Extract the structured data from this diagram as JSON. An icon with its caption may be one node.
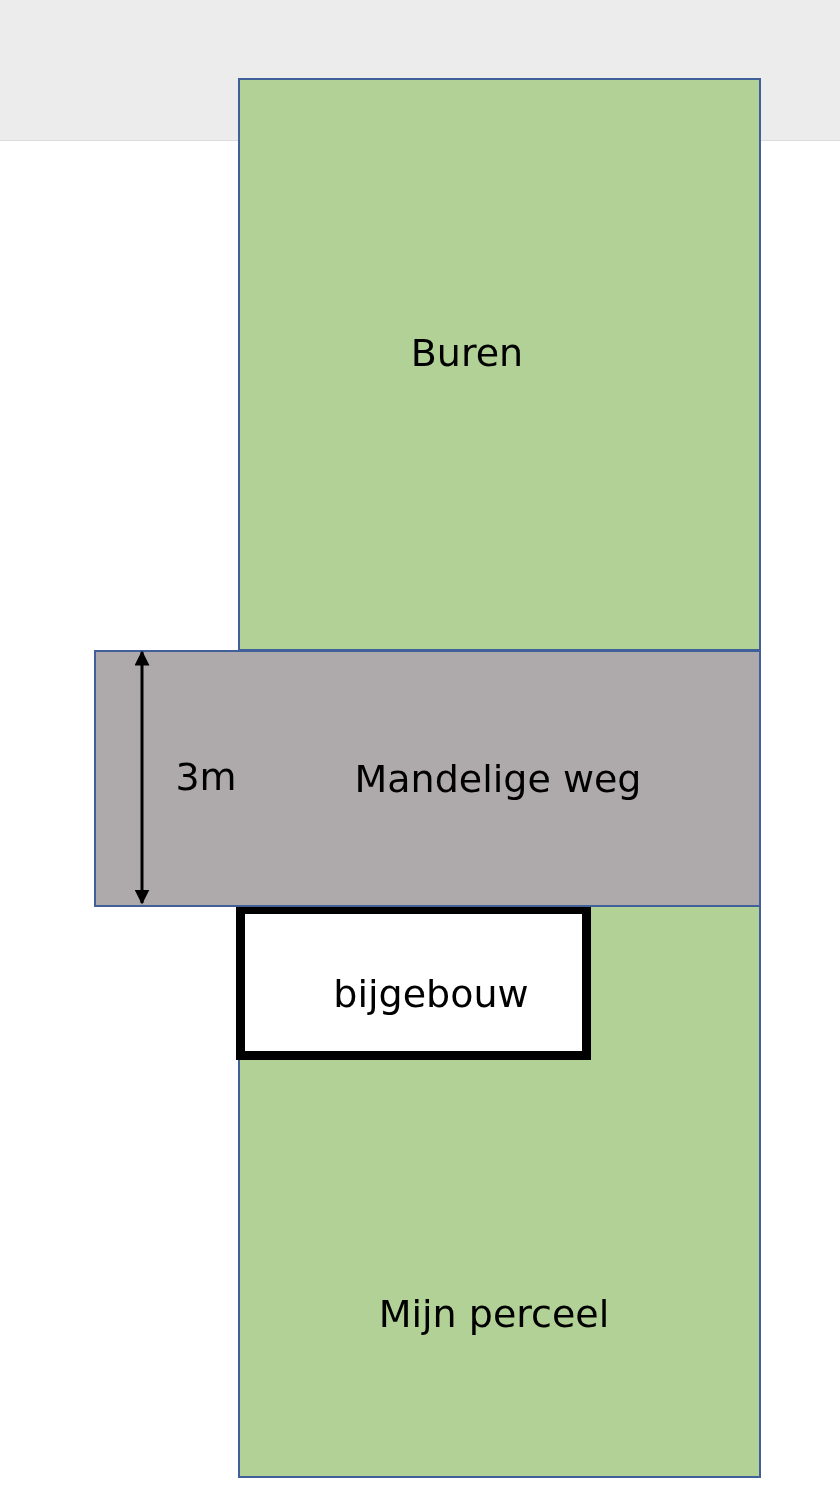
{
  "diagram": {
    "nodes": [
      {
        "text": [
          "Buren"
        ]
      },
      {
        "text": [
          "Mandelige weg"
        ]
      },
      {
        "text": [
          "bijgebouw"
        ],
        "in": 3
      },
      {
        "text": [
          "Mijn perceel"
        ]
      }
    ],
    "labels": [
      "3m"
    ]
  }
}
